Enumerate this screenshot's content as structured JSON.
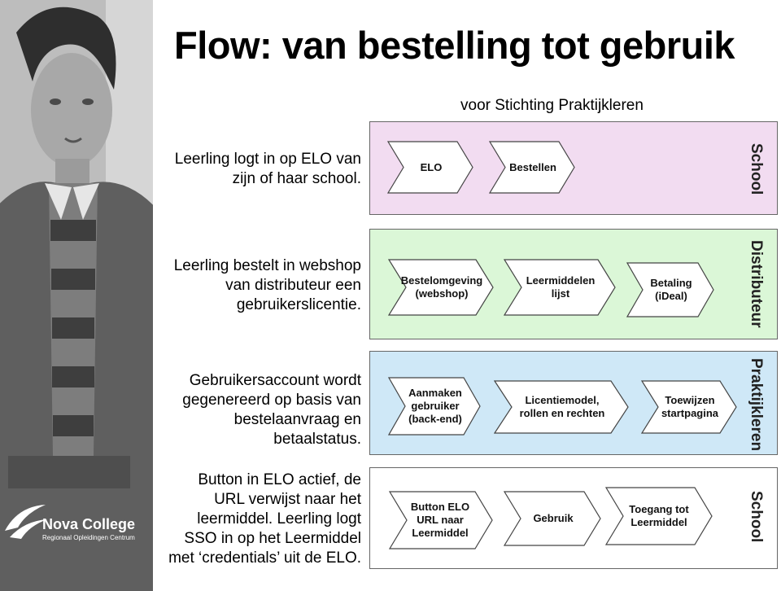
{
  "title": "Flow: van bestelling tot gebruik",
  "subtitle": "voor Stichting Praktijkleren",
  "logo": {
    "brand": "Nova College",
    "tagline": "Regionaal Opleidingen Centrum"
  },
  "rows": [
    {
      "description": "Leerling logt in op ELO van\nzijn of haar school.",
      "lane_label": "School",
      "lane_color": "#f2dcf1",
      "steps": [
        "ELO",
        "Bestellen"
      ]
    },
    {
      "description": "Leerling bestelt in webshop\nvan distributeur een\ngebruikerslicentie.",
      "lane_label": "Distributeur",
      "lane_color": "#dbf7d7",
      "steps": [
        "Bestelomgeving\n(webshop)",
        "Leermiddelen\nlijst",
        "Betaling\n(iDeal)"
      ]
    },
    {
      "description": "Gebruikersaccount wordt\ngegenereerd op basis van\nbestelaanvraag en\nbetaalstatus.",
      "lane_label": "Praktijkleren",
      "lane_color": "#cfe8f7",
      "steps": [
        "Aanmaken\ngebruiker\n(back-end)",
        "Licentiemodel,\nrollen en rechten",
        "Toewijzen\nstartpagina"
      ]
    },
    {
      "description": "Button in ELO actief,  de\nURL verwijst naar het\nleermiddel. Leerling logt\nSSO in op het Leermiddel\nmet ‘credentials’ uit de ELO.",
      "lane_label": "School",
      "lane_color": "#ffffff",
      "steps": [
        "Button ELO\nURL naar\nLeermiddel",
        "Gebruik",
        "Toegang tot\nLeermiddel"
      ]
    }
  ]
}
